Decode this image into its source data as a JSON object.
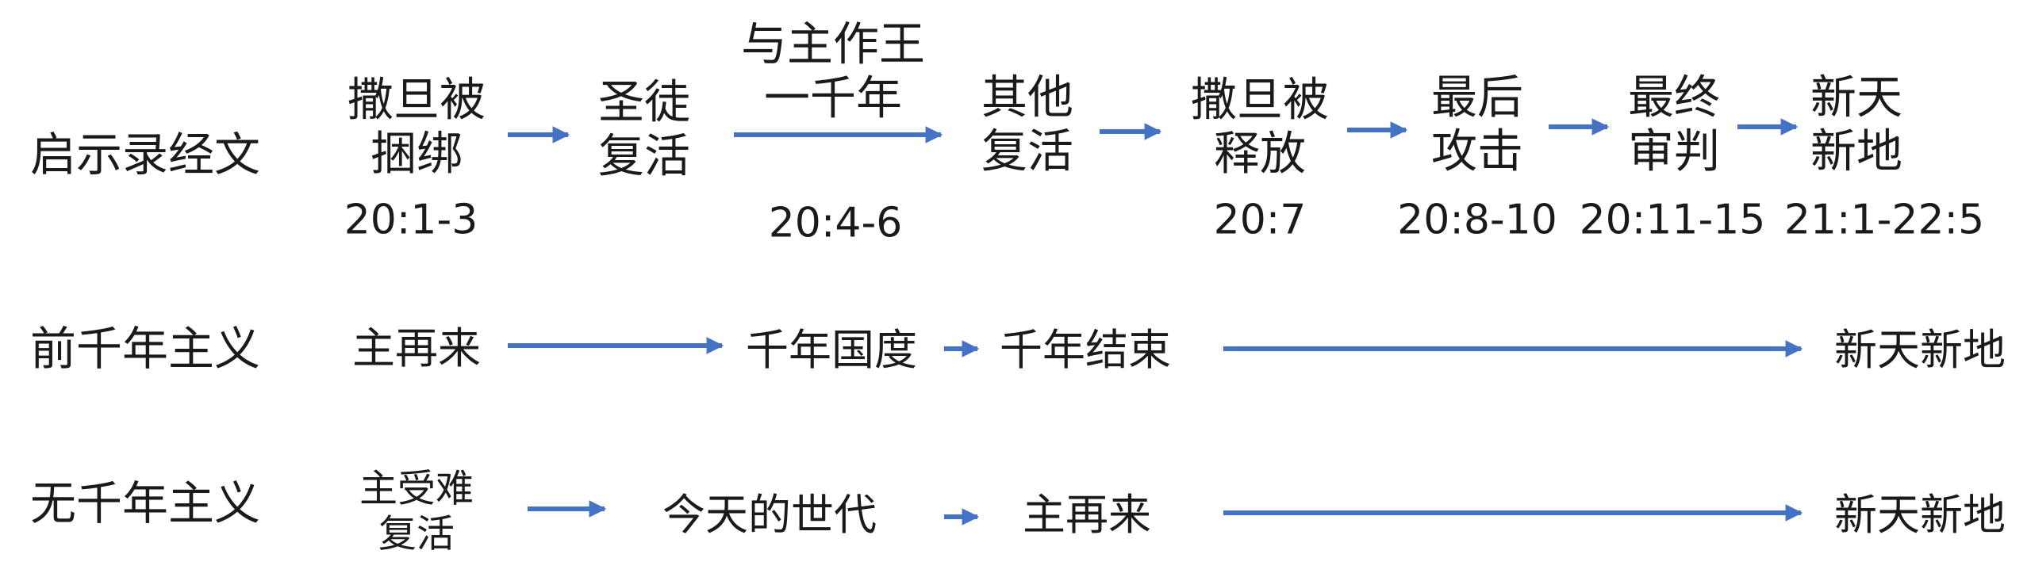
{
  "rows": {
    "revelation": {
      "label": "启示录经文",
      "steps": [
        {
          "line1": "撒旦被",
          "line2": "捆绑",
          "ref": "20:1-3"
        },
        {
          "line1": "圣徒",
          "line2": "复活"
        },
        {
          "line1": "与主作王",
          "line2": "一千年",
          "ref": "20:4-6"
        },
        {
          "line1": "其他",
          "line2": "复活"
        },
        {
          "line1": "撒旦被",
          "line2": "释放",
          "ref": "20:7"
        },
        {
          "line1": "最后",
          "line2": "攻击",
          "ref": "20:8-10"
        },
        {
          "line1": "最终",
          "line2": "审判",
          "ref": "20:11-15"
        },
        {
          "line1": "新天",
          "line2": "新地",
          "ref": "21:1-22:5"
        }
      ]
    },
    "premillennial": {
      "label": "前千年主义",
      "steps": [
        "主再来",
        "千年国度",
        "千年结束",
        "新天新地"
      ]
    },
    "amillennial": {
      "label": "无千年主义",
      "steps": [
        {
          "line1": "主受难",
          "line2": "复活"
        },
        "今天的世代",
        "主再来",
        "新天新地"
      ]
    }
  },
  "colors": {
    "arrow": "#4472C4",
    "text": "#1a1a1a"
  }
}
